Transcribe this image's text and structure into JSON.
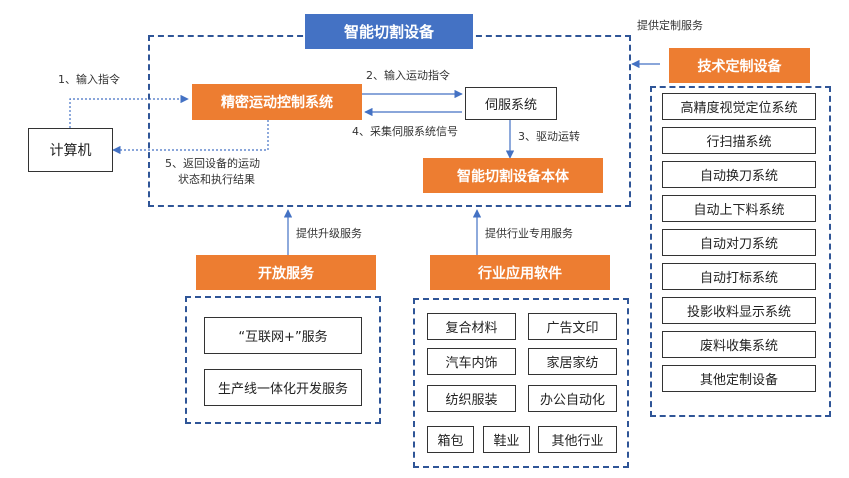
{
  "title": "智能切割设备",
  "computer": "计算机",
  "motion_control": "精密运动控制系统",
  "servo": "伺服系统",
  "machine_body": "智能切割设备本体",
  "flows": {
    "input_cmd": "1、输入指令",
    "input_motion": "2、输入运动指令",
    "drive": "3、驱动运转",
    "collect_signal": "4、采集伺服系统信号",
    "return_line1": "5、返回设备的运动",
    "return_line2": "状态和执行结果"
  },
  "custom": {
    "service_label": "提供定制服务",
    "header": "技术定制设备",
    "items": [
      "高精度视觉定位系统",
      "行扫描系统",
      "自动换刀系统",
      "自动上下料系统",
      "自动对刀系统",
      "自动打标系统",
      "投影收料显示系统",
      "废料收集系统",
      "其他定制设备"
    ]
  },
  "open": {
    "service_label": "提供升级服务",
    "header": "开放服务",
    "items": [
      "“互联网+”服务",
      "生产线一体化开发服务"
    ]
  },
  "industry": {
    "service_label": "提供行业专用服务",
    "header": "行业应用软件",
    "items": [
      "复合材料",
      "广告文印",
      "汽车内饰",
      "家居家纺",
      "纺织服装",
      "办公自动化",
      "箱包",
      "鞋业",
      "其他行业"
    ]
  },
  "colors": {
    "orange": "#ed7d31",
    "blue": "#4472c4",
    "dashed": "#2f5597",
    "arrow": "#4472c4"
  }
}
